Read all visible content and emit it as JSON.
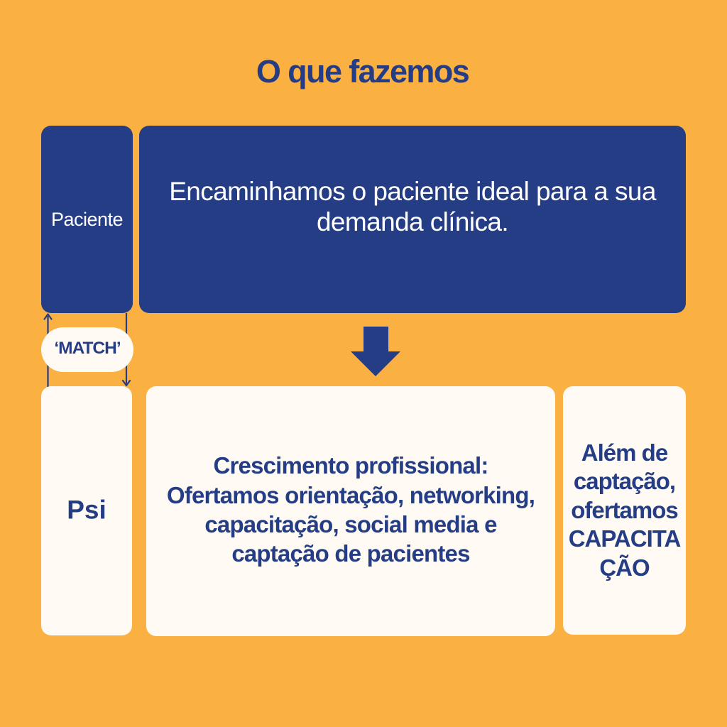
{
  "title": "O que fazemos",
  "colors": {
    "background": "#FBB042",
    "navy": "#253D85",
    "card": "#FFFBF4",
    "text_on_navy": "#FFFFFF"
  },
  "diagram": {
    "paciente_box": {
      "label": "Paciente"
    },
    "referral_box": {
      "text": "Encaminhamos o paciente ideal para a sua\ndemanda clínica."
    },
    "match_pill": {
      "label": "‘MATCH’"
    },
    "psi_box": {
      "label": "Psi"
    },
    "growth_box": {
      "text": "Crescimento profissional:\nOfertamos orientação, networking,\ncapacitação, social media e\ncaptação de pacientes"
    },
    "capacity_box": {
      "text": "Além de\ncaptação,\nofertamos\nCAPACITA\nÇÃO"
    }
  }
}
